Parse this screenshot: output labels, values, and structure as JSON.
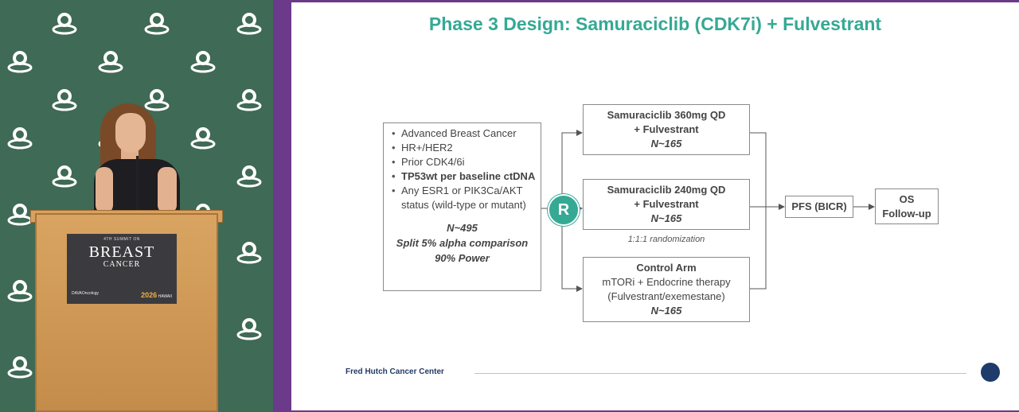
{
  "slide": {
    "title": "Phase 3 Design: Samuraciclib (CDK7i) + Fulvestrant",
    "eligibility": {
      "bullets": [
        "Advanced Breast Cancer",
        "HR+/HER2",
        "Prior CDK4/6i",
        "TP53wt per baseline ctDNA",
        "Any ESR1 or PIK3Ca/AKT status (wild-type or mutant)"
      ],
      "n": "N~495",
      "alpha": "Split 5% alpha comparison",
      "power": "90% Power"
    },
    "randomize_label": "R",
    "arms": [
      {
        "line1": "Samuraciclib 360mg QD",
        "line2": "+ Fulvestrant",
        "n": "N~165"
      },
      {
        "line1": "Samuraciclib 240mg QD",
        "line2": "+ Fulvestrant",
        "n": "N~165"
      },
      {
        "line1": "Control Arm",
        "line2": "mTORi + Endocrine therapy",
        "line3": "(Fulvestrant/exemestane)",
        "n": "N~165"
      }
    ],
    "randomization_note": "1:1:1 randomization",
    "endpoint_primary": "PFS (BICR)",
    "endpoint_secondary_line1": "OS",
    "endpoint_secondary_line2": "Follow-up",
    "footer": "Fred Hutch Cancer Center"
  },
  "podium_sign": {
    "edition": "4TH SUMMIT ON",
    "line1": "BREAST",
    "line2": "CANCER",
    "sponsor": "DAVAOncology",
    "year": "2026",
    "location": "HAWAII"
  },
  "colors": {
    "accent": "#35a994",
    "footer_dot": "#1f3b6b",
    "frame": "#6c3a8a",
    "backdrop": "#3f6a55"
  }
}
